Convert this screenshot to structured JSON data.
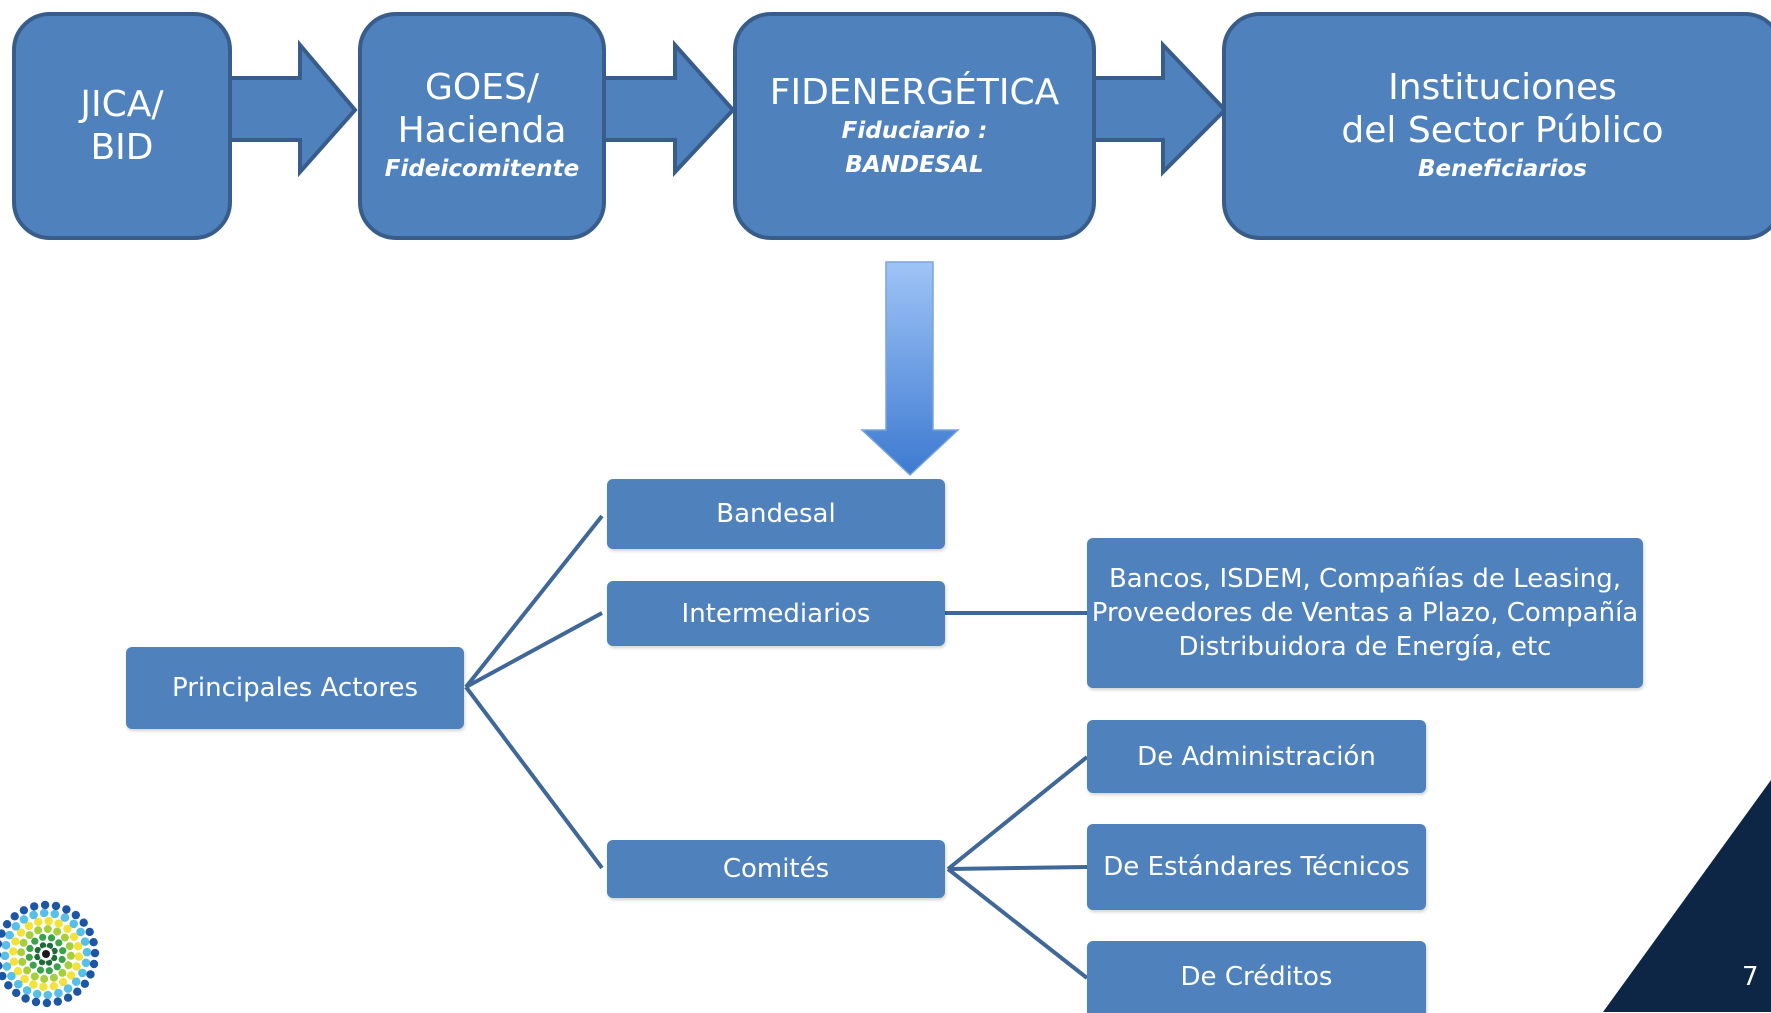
{
  "flow": [
    {
      "id": "jica",
      "lines": [
        "JICA/",
        "BID"
      ],
      "role": ""
    },
    {
      "id": "goes",
      "lines": [
        "GOES/",
        "Hacienda"
      ],
      "role": "Fideicomitente"
    },
    {
      "id": "fide",
      "lines": [
        "FIDENERGÉTICA"
      ],
      "role_lines": [
        "Fiduciario :",
        "BANDESAL"
      ]
    },
    {
      "id": "inst",
      "lines": [
        "Instituciones",
        "del Sector Público"
      ],
      "role": "Beneficiarios"
    }
  ],
  "tree": {
    "root": "Principales Actores",
    "level1": {
      "bandesal": "Bandesal",
      "intermediarios": "Intermediarios",
      "comites": "Comités"
    },
    "intermediarios_detail": "Bancos, ISDEM, Compañías de Leasing, Proveedores de Ventas a Plazo, Compañía Distribuidora de Energía, etc",
    "comites_children": [
      "De Administración",
      "De Estándares Técnicos",
      "De Créditos"
    ]
  },
  "page_number": "7",
  "colors": {
    "box_fill": "#4f81bd",
    "box_border": "#385d8a",
    "connector": "#3f6797",
    "corner_triangle": "#0d2645",
    "down_arrow_top": "#9fc4f7",
    "down_arrow_bottom": "#3d7ad1"
  },
  "icons": [
    "flow-arrow-icon",
    "down-arrow-icon",
    "logo-dot-circle-icon"
  ]
}
